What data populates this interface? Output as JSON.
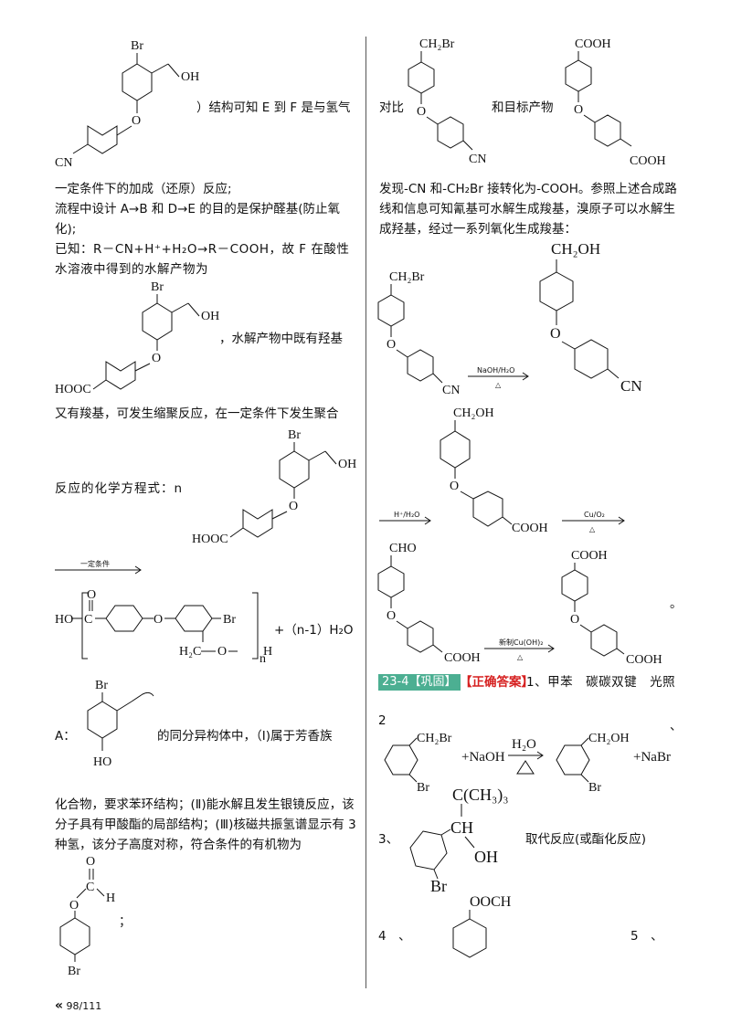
{
  "left": {
    "p1_tail": "）结构可知 E 到 F 是与氢气",
    "p2": "一定条件下的加成（还原）反应;",
    "p3": "流程中设计 A→B 和 D→E 的目的是保护醛基(防止氧化);",
    "p4": "已知：R－CN+H⁺+H₂O→R－COOH，故 F 在酸性水溶液中得到的水解产物为",
    "p5": "，水解产物中既有羟基",
    "p6": "又有羧基，可发生缩聚反应，在一定条件下发生聚合",
    "p7": "反应的化学方程式：n",
    "cond": "一定条件",
    "plus_water": "+（n-1）H₂O",
    "a_label": "A：",
    "a_tail": "的同分异构体中，（Ⅰ)属于芳香族",
    "p8": "化合物，要求苯环结构；(Ⅱ)能水解且发生银镜反应，该分子具有甲酸酯的局部结构；(Ⅲ)核磁共振氢谱显示有 3 种氢，该分子高度对称，符合条件的有机物为",
    "semicolon": "；"
  },
  "right": {
    "compare_prefix": "对比",
    "compare_mid": "和目标产物",
    "p1": "发现-CN 和-CH₂Br 接转化为-COOH。参照上述合成路线和信息可知氰基可水解生成羧基，溴原子可以水解生成羟基，经过一系列氧化生成羧基：",
    "cond1": "NaOH/H₂O",
    "cond2": "H⁺/H₂O",
    "cond3": "Cu/O₂",
    "cond4": "新制Cu(OH)₂",
    "delta": "△",
    "period": "。",
    "badge": "23-4【巩固】",
    "answer_tag": "【正确答案】",
    "ans1": "1、甲苯　碳碳双键　光照",
    "ans2_num": "2",
    "ans2_comma": "、",
    "ans2_naoh": "+NaOH",
    "ans2_h2o": "H₂O",
    "ans2_nabr": "+NaBr",
    "ans3_num": "3、",
    "ans3_text": "取代反应(或酯化反应)",
    "ans4_num": "4　、",
    "ans5_num": "5　、"
  },
  "chem": {
    "br": "Br",
    "oh": "OH",
    "cn": "CN",
    "o": "O",
    "cooh": "COOH",
    "hooc": "HOOC",
    "ch2br": "CH₂Br",
    "ch2oh": "CH₂OH",
    "cho": "CHO",
    "ho": "HO",
    "c": "C",
    "h": "H",
    "n": "n",
    "ch": "CH",
    "cch3": "C(CH₃)₃",
    "oocH": "OOCH",
    "h2c": "H₂C"
  },
  "footer": {
    "page": "98/111",
    "mark": "«"
  }
}
